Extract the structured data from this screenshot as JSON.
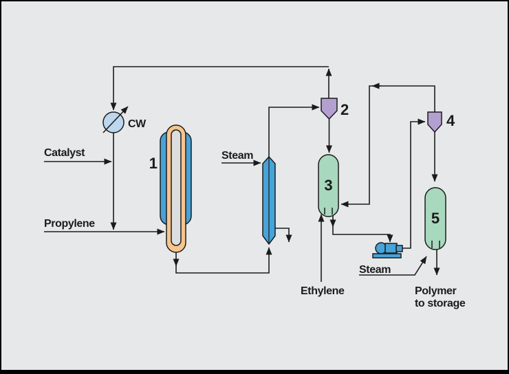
{
  "diagram": {
    "type": "process-flow-diagram",
    "labels": {
      "catalyst": "Catalyst",
      "propylene": "Propylene",
      "steam_to_flash": "Steam",
      "ethylene": "Ethylene",
      "steam_to_vessel5": "Steam",
      "polymer_line1": "Polymer",
      "polymer_line2": "to storage",
      "cooling_water": "CW"
    },
    "equipment": {
      "loop_reactor": {
        "number": "1"
      },
      "cyclone_upper": {
        "number": "2"
      },
      "vessel_middle": {
        "number": "3"
      },
      "cyclone_right": {
        "number": "4"
      },
      "vessel_right": {
        "number": "5"
      }
    }
  },
  "colors": {
    "frame": "#000000",
    "background": "#e7e8e9",
    "line": "#1b1b1b",
    "equipment_blue": "#47a3d8",
    "cooler_blue": "#bcd7ee",
    "loop_orange": "#f7c48e",
    "loop_inner_gray": "#dcdddd",
    "cyclone_purple": "#b3a0d0",
    "vessel_green": "#a8d8bd"
  }
}
